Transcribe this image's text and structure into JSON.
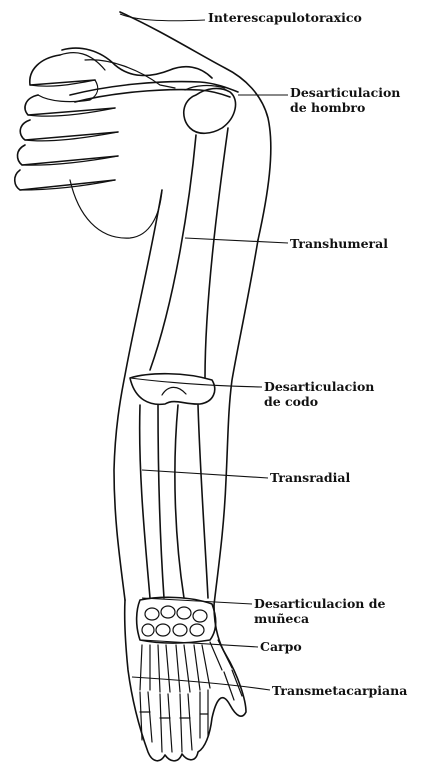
{
  "labels": {
    "interescapulotoraxico": "Interescapulotoraxico",
    "desarticulacion_hombro": "Desarticulacion\nde hombro",
    "transhumeral": "Transhumeral",
    "desarticulacion_codo": "Desarticulacion\nde codo",
    "transradial": "Transradial",
    "desarticulacion_muneca": "Desarticulacion de\nmuñeca",
    "carpo": "Carpo",
    "transmetacarpiana": "Transmetacarpiana"
  }
}
